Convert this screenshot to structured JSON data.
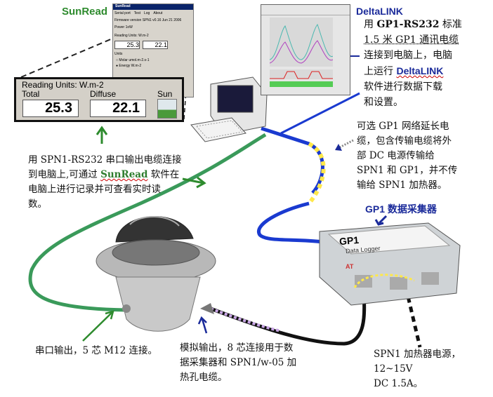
{
  "sunread": {
    "title": "SunRead",
    "window": {
      "title": "SunRead",
      "menu": [
        "Serial port",
        "Test",
        "Log",
        "About"
      ],
      "firmware_label": "Firmware version",
      "firmware_value": "SPN1 v0.16 Jun 21 2006",
      "power_label": "Power",
      "power_value": "1oW",
      "units_title": "Units",
      "unit_options": [
        {
          "label": "Molar",
          "unit": "umol.m-2.s-1",
          "selected": false
        },
        {
          "label": "Energy",
          "unit": "W.m-2",
          "selected": true
        }
      ]
    },
    "panel": {
      "title": "Reading Units: W.m-2",
      "total_label": "Total",
      "diffuse_label": "Diffuse",
      "sun_label": "Sun",
      "total_value": "25.3",
      "diffuse_value": "22.1"
    },
    "description": [
      "用 SPN1-RS232 串口输出电缆连接",
      "到电脑上,可通过 ",
      "SunRead",
      " 软件在",
      "电脑上进行记录并可查看实时读",
      "数。"
    ]
  },
  "deltalink": {
    "title": "DeltaLINK",
    "description": {
      "l1a": "用 ",
      "l1b": "GP1-RS232",
      "l1c": " 标准",
      "l2": "1.5 米 GP1 通讯电缆",
      "l3": "连接到电脑上，电脑",
      "l4a": "上运行 ",
      "l4b": "DeltaLINK",
      "l5": "软件进行数据下载",
      "l6": "和设置。"
    }
  },
  "extension_cable": {
    "description": [
      "可选 GP1 网络延长电",
      "缆，包含传输电缆将外",
      "部 DC 电源传输给",
      "SPN1 和 GP1，并不传",
      "输给 SPN1 加热器。"
    ]
  },
  "gp1": {
    "title": "GP1 数据采集器",
    "device_name": "GP1",
    "device_subtitle": "Data Logger",
    "device_brand": "AT"
  },
  "serial_output": {
    "description": "串口输出，5 芯 M12 连接。"
  },
  "analog_output": {
    "description": [
      "模拟输出，8 芯连接用于数",
      "据采集器和  SPN1/w-05 加",
      "热孔电缆。"
    ]
  },
  "heater_power": {
    "description": [
      "SPN1 加热器电源，12~15V",
      "DC 1.5A。"
    ]
  },
  "colors": {
    "green_cable": "#3a9a5a",
    "blue_cable": "#1a3ad0",
    "black_cable": "#111111",
    "label_blue": "#1a2a9a",
    "label_green": "#2e8b2e"
  }
}
